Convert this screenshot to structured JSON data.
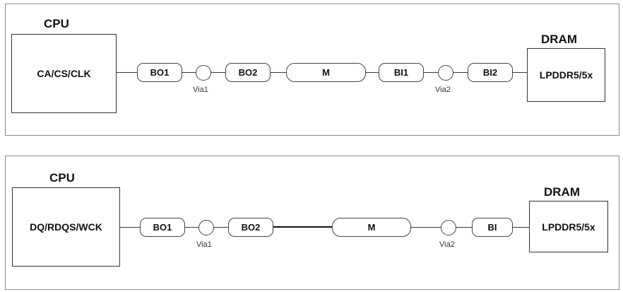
{
  "top": {
    "cpu_title": "CPU",
    "cpu_signal": "CA/CS/CLK",
    "dram_title": "DRAM",
    "dram_label": "LPDDR5/5x",
    "segments": [
      "BO1",
      "BO2",
      "M",
      "BI1",
      "BI2"
    ],
    "vias": [
      "Via1",
      "Via2"
    ]
  },
  "bottom": {
    "cpu_title": "CPU",
    "cpu_signal": "DQ/RDQS/WCK",
    "dram_title": "DRAM",
    "dram_label": "LPDDR5/5x",
    "segments": [
      "BO1",
      "BO2",
      "M",
      "BI"
    ],
    "vias": [
      "Via1",
      "Via2"
    ]
  }
}
